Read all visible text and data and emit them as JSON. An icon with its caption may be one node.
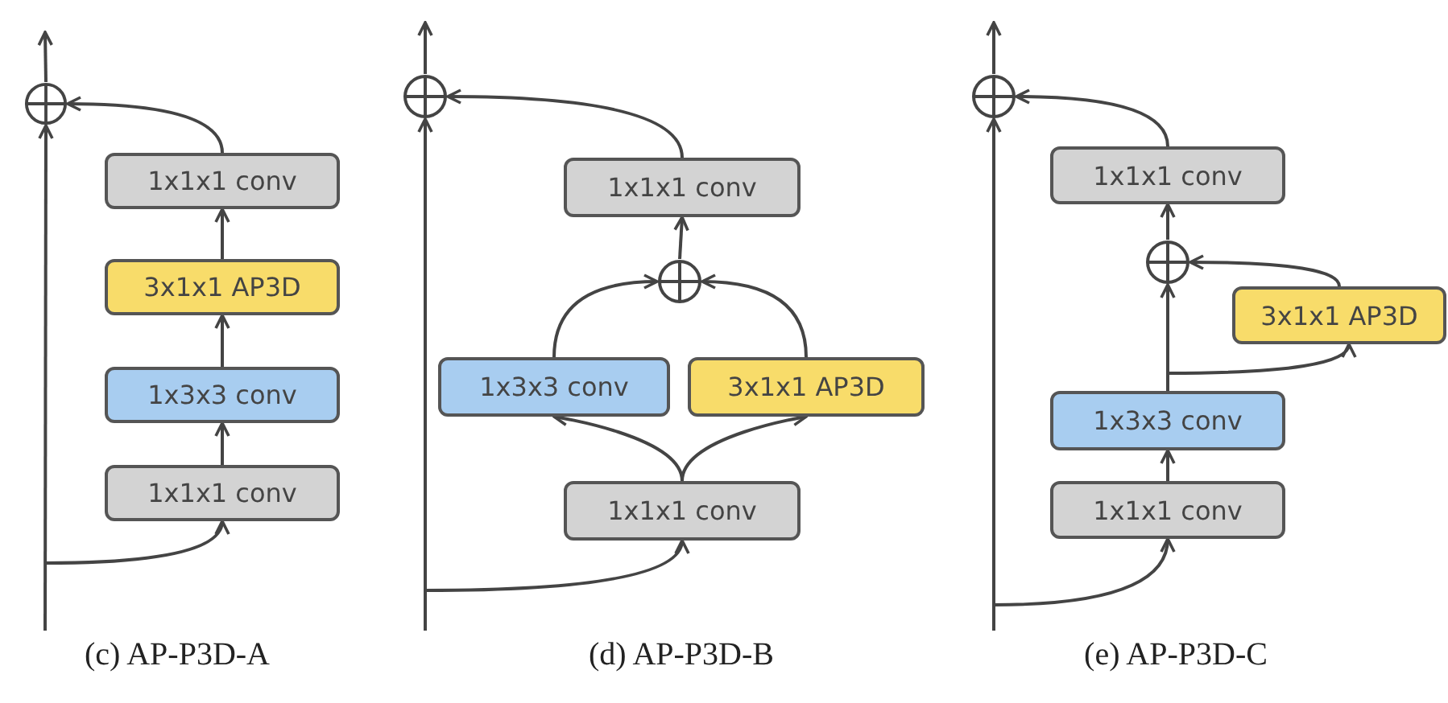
{
  "diagram": {
    "nodes": [
      {
        "text": [],
        "shape": "circle"
      },
      {
        "text": [
          "1x1x1 conv"
        ]
      },
      {
        "text": [
          "3x1x1 AP3D"
        ]
      },
      {
        "text": [
          "1x3x3 conv"
        ]
      },
      {
        "text": [
          "1x1x1 conv"
        ]
      },
      {
        "text": [],
        "shape": "circle"
      },
      {
        "text": [
          "1x1x1 conv"
        ]
      },
      {
        "text": [],
        "shape": "circle"
      },
      {
        "text": [
          "1x3x3 conv"
        ]
      },
      {
        "text": [
          "3x1x1 AP3D"
        ]
      },
      {
        "text": [
          "1x1x1 conv"
        ]
      },
      {
        "text": [],
        "shape": "circle"
      },
      {
        "text": [
          "1x1x1 conv"
        ]
      },
      {
        "text": [],
        "shape": "circle"
      },
      {
        "text": [
          "3x1x1 AP3D"
        ]
      },
      {
        "text": [
          "1x3x3 conv"
        ]
      },
      {
        "text": [
          "1x1x1 conv"
        ]
      }
    ],
    "edges": [
      {
        "from": null,
        "to": 0,
        "arrow": "to"
      },
      {
        "from": 0,
        "to": null,
        "arrow": "to"
      },
      {
        "from": null,
        "to": 4,
        "arrow": "to"
      },
      {
        "from": 4,
        "to": 3,
        "arrow": "to"
      },
      {
        "from": 3,
        "to": 2,
        "arrow": "to"
      },
      {
        "from": 2,
        "to": 1,
        "arrow": "to"
      },
      {
        "from": 1,
        "to": 0,
        "arrow": "to"
      },
      {
        "from": null,
        "to": 5,
        "arrow": "to"
      },
      {
        "from": 5,
        "to": null,
        "arrow": "to"
      },
      {
        "from": null,
        "to": 10,
        "arrow": "to"
      },
      {
        "from": 10,
        "to": 8,
        "arrow": "to"
      },
      {
        "from": 10,
        "to": 9,
        "arrow": "to"
      },
      {
        "from": 8,
        "to": 7,
        "arrow": "to"
      },
      {
        "from": 9,
        "to": 7,
        "arrow": "to"
      },
      {
        "from": 7,
        "to": 6,
        "arrow": "to"
      },
      {
        "from": 6,
        "to": 5,
        "arrow": "to"
      },
      {
        "from": null,
        "to": 11,
        "arrow": "to"
      },
      {
        "from": 11,
        "to": null,
        "arrow": "to"
      },
      {
        "from": null,
        "to": 16,
        "arrow": "to"
      },
      {
        "from": 16,
        "to": 15,
        "arrow": "to"
      },
      {
        "from": 15,
        "to": 13,
        "arrow": "to"
      },
      {
        "from": 15,
        "to": 14,
        "arrow": "to"
      },
      {
        "from": 14,
        "to": 13,
        "arrow": "to"
      },
      {
        "from": 13,
        "to": 12,
        "arrow": "to"
      },
      {
        "from": 12,
        "to": 11,
        "arrow": "to"
      }
    ],
    "labels": [
      "(c) AP-P3D-A",
      "(d) AP-P3D-B",
      "(e) AP-P3D-C"
    ]
  }
}
